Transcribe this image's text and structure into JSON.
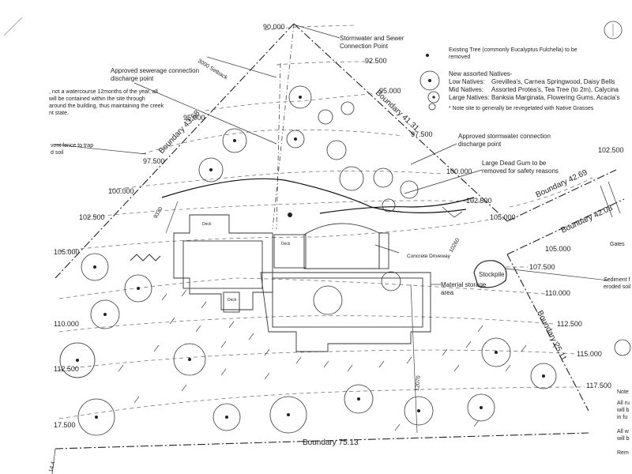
{
  "plan": {
    "contours": {
      "c90": "90.000",
      "c92": "92.500",
      "c95a": "95.000",
      "c95b": "95,000",
      "c975a": "97.500",
      "c975b": "97.500",
      "c100a": "100.000",
      "c100b": "100.000",
      "c1025a": "102.500",
      "c1025b": "102.500",
      "c1025c": "102.500",
      "c105a": "105.000",
      "c105b": "105.000",
      "c105c": "105.000",
      "c1075": "107.500",
      "c110a": "110.000",
      "c110b": "110.000",
      "c1125a": "112.500",
      "c1125b": "112.500",
      "c115": "115.000",
      "c1175a": "117.500",
      "c1175b": "17.500"
    },
    "boundaries": {
      "b4168": "Boundary 43.68",
      "b4131": "Boundary 41.31",
      "b4269": "Boundary 42.69",
      "b4208": "Boundary 42.08",
      "b2511": "Boundary 25.11",
      "b7513": "Boundary 75.13"
    },
    "notes": {
      "stormwater_sewer_1": "Stormwater and Sewer",
      "stormwater_sewer_2": "Connection Point",
      "sewerage_1": "Approved sewerage connection",
      "sewerage_2": "discharge point",
      "setback": "3000 Setback",
      "creek_1": ", not a watercourse 12months of the year, all",
      "creek_2": "will be contained within the site through",
      "creek_3": "around the building, thus maintaining the creek",
      "creek_4": "nt state.",
      "fence_1": "vent fence to trap",
      "fence_2": "d soil",
      "stormwater_1": "Approved stormwater connection",
      "stormwater_2": "discharge point",
      "deadgum_1": "Large Dead Gum to be",
      "deadgum_2": "removed for safety reasons",
      "driveway": "Concrete Driveway",
      "material_1": "Material storage",
      "material_2": "area",
      "stockpile": "Stockpile",
      "gates": "Gates",
      "sediment_1": "Sediment f",
      "sediment_2": "eroded soil",
      "deck1": "Deck",
      "deck2": "Deck",
      "deck3": "Deck",
      "dim9330": "9330",
      "dim10260": "10260",
      "dim12070": "12070",
      "edge_144": "14.4"
    },
    "legend": {
      "existing_1": "Existing Tree (commonly Eucalyptus Fulchella) to be",
      "existing_2": "removed",
      "new_natives": "New assorted Natives-",
      "low_label": "Low Natives:",
      "low_desc": "Grevillea's, Carnea Springwood, Daisy Bells",
      "mid_label": "Mid Natives:",
      "mid_desc": "Assorted Protea's, Tea Tree (to 2m), Calycina",
      "large_label": "Large Natives:",
      "large_desc": "Banksia Marginata, Flowering Gums, Acacia's",
      "revegetate": "* Note site to generally be revegetated with Native Grasses"
    },
    "right_notes": {
      "n1": "Note",
      "n2": "All ru",
      "n3": "will b",
      "n4": "in fu",
      "n5": "All w",
      "n6": "will b",
      "n7": "Rem"
    }
  }
}
